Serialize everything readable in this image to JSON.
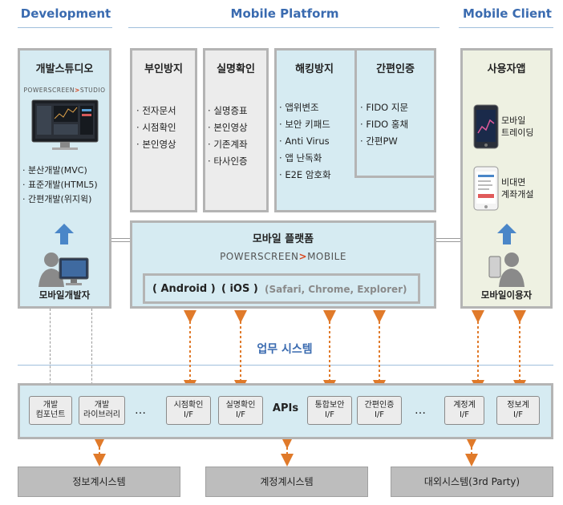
{
  "headers": {
    "development": "Development",
    "mobile_platform": "Mobile Platform",
    "mobile_client": "Mobile Client"
  },
  "dev_studio": {
    "title": "개발스튜디오",
    "logo_main": "POWERSCREEN",
    "logo_sub": "STUDIO",
    "bullets": [
      "분산개발(MVC)",
      "표준개발(HTML5)",
      "간편개발(위지윅)"
    ],
    "developer_label": "모바일개발자"
  },
  "columns": [
    {
      "title": "부인방지",
      "items": [
        "전자문서",
        "시점확인",
        "본인영상"
      ]
    },
    {
      "title": "실명확인",
      "items": [
        "실명증표",
        "본인영상",
        "기존계좌",
        "타사인증"
      ]
    },
    {
      "title": "해킹방지",
      "items": [
        "앱위변조",
        "보안 키패드",
        "Anti Virus",
        "앱 난독화",
        "E2E 암호화"
      ]
    },
    {
      "title": "간편인증",
      "items": [
        "FIDO 지문",
        "FIDO 홍채",
        "간편PW"
      ]
    }
  ],
  "client": {
    "title": "사용자앱",
    "app1": "모바일\n트레이딩",
    "app2": "비대면\n계좌개설",
    "user_label": "모바일이용자"
  },
  "platform": {
    "title": "모바일 플랫폼",
    "logo_main": "POWERSCREEN",
    "logo_sub": "MOBILE",
    "android": "( Android )",
    "ios": "( iOS )",
    "browsers": "(Safari, Chrome, Explorer)"
  },
  "business_label": "업무 시스템",
  "apis_label": "APIs",
  "ellipsis": "…",
  "interfaces": [
    {
      "line1": "개발",
      "line2": "컴포넌트"
    },
    {
      "line1": "개발",
      "line2": "라이브러리"
    },
    {
      "line1": "시점확인",
      "line2": "I/F"
    },
    {
      "line1": "실명확인",
      "line2": "I/F"
    },
    {
      "line1": "통합보안",
      "line2": "I/F"
    },
    {
      "line1": "간편인증",
      "line2": "I/F"
    },
    {
      "line1": "계정계",
      "line2": "I/F"
    },
    {
      "line1": "정보계",
      "line2": "I/F"
    }
  ],
  "systems": [
    "정보계시스템",
    "계정계시스템",
    "대외시스템(3rd Party)"
  ],
  "colors": {
    "accent": "#3a6bb0",
    "arrow": "#e07a2a",
    "panel_blue": "#d6ebf2",
    "border": "#b4b4b4"
  }
}
